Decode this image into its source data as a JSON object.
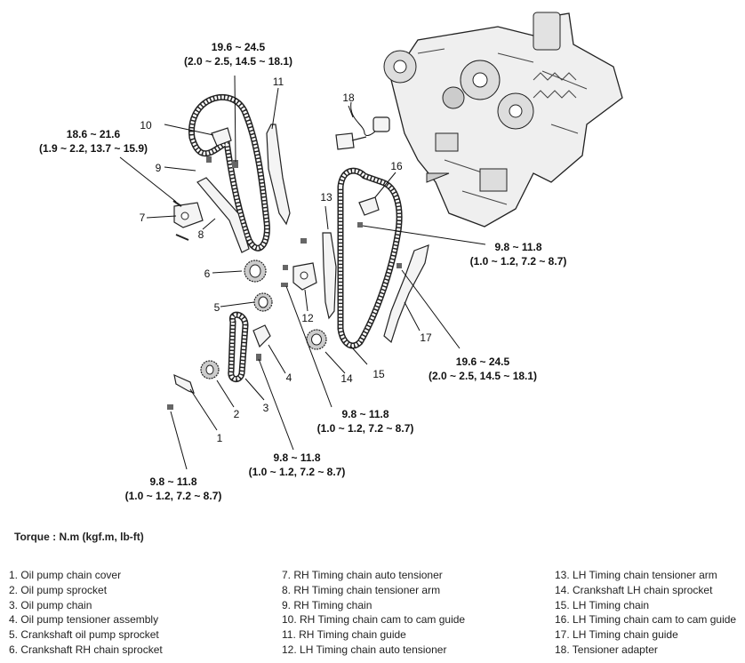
{
  "torque_specs": [
    {
      "value": "19.6 ~ 24.5",
      "alt": "(2.0 ~ 2.5, 14.5 ~ 18.1)"
    },
    {
      "value": "18.6 ~ 21.6",
      "alt": "(1.9 ~ 2.2, 13.7 ~ 15.9)"
    },
    {
      "value": "9.8 ~ 11.8",
      "alt": "(1.0 ~ 1.2, 7.2 ~ 8.7)"
    },
    {
      "value": "19.6 ~ 24.5",
      "alt": "(2.0 ~ 2.5, 14.5 ~ 18.1)"
    },
    {
      "value": "9.8 ~ 11.8",
      "alt": "(1.0 ~ 1.2, 7.2 ~ 8.7)"
    },
    {
      "value": "9.8 ~ 11.8",
      "alt": "(1.0 ~ 1.2, 7.2 ~ 8.7)"
    },
    {
      "value": "9.8 ~ 11.8",
      "alt": "(1.0 ~ 1.2, 7.2 ~ 8.7)"
    }
  ],
  "callouts": [
    "1",
    "2",
    "3",
    "4",
    "5",
    "6",
    "7",
    "8",
    "9",
    "10",
    "11",
    "12",
    "13",
    "14",
    "15",
    "16",
    "17",
    "18"
  ],
  "torque_unit": "Torque : N.m (kgf.m, lb-ft)",
  "legend": {
    "col1": [
      "1. Oil pump chain cover",
      "2. Oil pump sprocket",
      "3. Oil pump chain",
      "4. Oil pump tensioner assembly",
      "5. Crankshaft oil pump sprocket",
      "6. Crankshaft RH chain sprocket"
    ],
    "col2": [
      "7. RH Timing chain auto tensioner",
      "8. RH Timing chain tensioner arm",
      "9. RH Timing chain",
      "10. RH Timing chain cam to cam guide",
      "11. RH Timing chain guide",
      "12. LH Timing chain auto tensioner"
    ],
    "col3": [
      "13. LH Timing chain tensioner arm",
      "14. Crankshaft LH chain sprocket",
      "15. LH Timing chain",
      "16. LH Timing chain cam to cam guide",
      "17. LH Timing chain guide",
      "18. Tensioner adapter"
    ]
  }
}
